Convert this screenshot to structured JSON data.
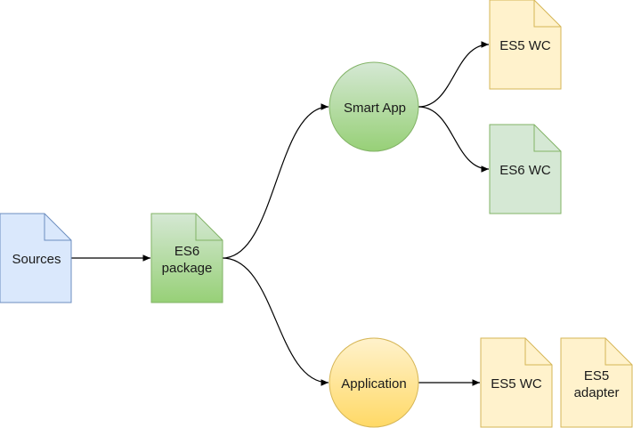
{
  "nodes": {
    "sources": {
      "label": "Sources",
      "fill": "#dae8fc",
      "stroke": "#6c8ebf"
    },
    "es6_package": {
      "line1": "ES6",
      "line2": "package",
      "fill_top": "#d5e8d4",
      "fill_bottom": "#97d077",
      "stroke": "#82b366"
    },
    "smart_app": {
      "label": "Smart App",
      "fill_top": "#d5e8d4",
      "fill_bottom": "#97d077",
      "stroke": "#82b366"
    },
    "application": {
      "label": "Application",
      "fill_top": "#fff2cc",
      "fill_bottom": "#ffd966",
      "stroke": "#d6b656"
    },
    "es5_wc_top": {
      "label": "ES5 WC",
      "fill": "#fff2cc",
      "stroke": "#d6b656"
    },
    "es6_wc": {
      "label": "ES6 WC",
      "fill": "#d5e8d4",
      "stroke": "#82b366"
    },
    "es5_wc_bottom": {
      "label": "ES5 WC",
      "fill": "#fff2cc",
      "stroke": "#d6b656"
    },
    "es5_adapter": {
      "line1": "ES5",
      "line2": "adapter",
      "fill": "#fff2cc",
      "stroke": "#d6b656"
    }
  },
  "edge_color": "#000000"
}
